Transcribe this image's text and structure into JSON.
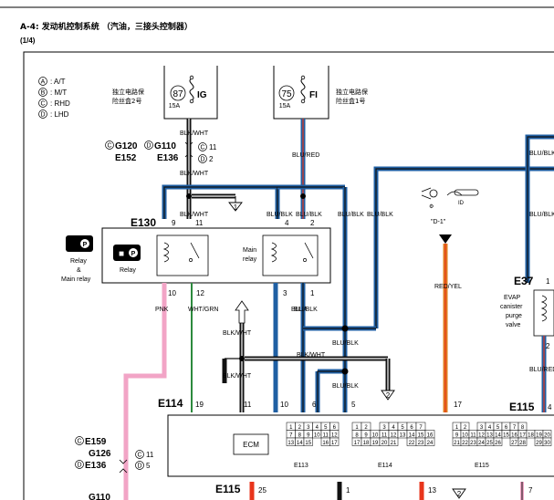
{
  "header": {
    "title": "A-4: 发动机控制系统 （汽油，三接头控制器）",
    "page": "(1/4)"
  },
  "legend": [
    {
      "letter": "A",
      "text": ": A/T"
    },
    {
      "letter": "B",
      "text": ": M/T"
    },
    {
      "letter": "C",
      "text": ": RHD"
    },
    {
      "letter": "D",
      "text": ": LHD"
    }
  ],
  "fuses": {
    "ig": {
      "number": "87",
      "amp": "15A",
      "name": "IG",
      "box": [
        "独立电路保",
        "险丝盒2号"
      ]
    },
    "fi": {
      "number": "75",
      "amp": "15A",
      "name": "FI",
      "box": [
        "独立电路保",
        "险丝盒1号"
      ]
    }
  },
  "connectors": {
    "ground_top": {
      "c": "G120",
      "d": "G110",
      "e": "E152",
      "e136": "E136",
      "c_pin": "11",
      "d_pin": "2"
    },
    "e130": "E130",
    "e130_pins": [
      "9",
      "11",
      "4",
      "2",
      "10",
      "12",
      "3",
      "1"
    ],
    "e37": "E37",
    "e37_pins": [
      "1",
      "2"
    ],
    "e114": "E114",
    "e114_pins": [
      "19",
      "11",
      "10",
      "6",
      "5",
      "17"
    ],
    "e115_right": "E115",
    "e115_right_pin": "4",
    "e115_bottom": "E115",
    "e115_bottom_pins": [
      "25",
      "1",
      "13",
      "7"
    ],
    "ground_bottom": {
      "c": "E159",
      "g126": "G126",
      "d": "E136",
      "c_pin": "11",
      "d_pin": "5",
      "g110": "G110"
    },
    "block_labels": [
      "E113",
      "E114",
      "E115"
    ],
    "arrow_nums": [
      "1",
      "2",
      "2"
    ]
  },
  "wires": {
    "blk_wht": "BLK/WHT",
    "blu_red": "BLU/RED",
    "blu_blk": "BLU/BLK",
    "blu": "BLU",
    "pnk": "PNK",
    "wht_grn": "WHT/GRN",
    "red_yel": "RED/YEL",
    "blk_wht2": "BLK/WHT"
  },
  "components": {
    "relay_left_label": [
      "Relay",
      "&",
      "Main relay"
    ],
    "relay_small": "Relay",
    "main_relay": [
      "Main",
      "relay"
    ],
    "evap": [
      "EVAP",
      "canister",
      "purge",
      "valve"
    ],
    "ecm": "ECM",
    "ignition_pos": "\"D-1\""
  },
  "colors": {
    "blue": "#1f5fa3",
    "red": "#e8351c",
    "pink": "#f2a4c6",
    "green": "#2d8a3e",
    "orange": "#e07d1f",
    "black": "#111111"
  }
}
